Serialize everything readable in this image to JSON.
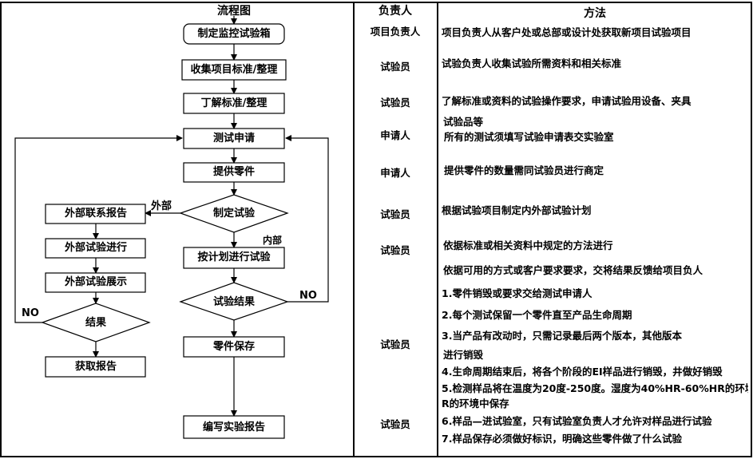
{
  "headers": {
    "flow": "流程图",
    "owner": "负责人",
    "method": "方法"
  },
  "flow": {
    "make_box": "制定监控试验箱",
    "collect": "收集项目标准/整理",
    "understand": "丁解标准/整理",
    "apply": "测试申请",
    "provide": "提供零件",
    "decide": "制定试验",
    "outside_label": "外部",
    "inside_label": "内部",
    "ext_report": "外部联系报告",
    "ext_test": "外部试验进行",
    "ext_show": "外部试验展示",
    "ext_result": "结果",
    "get_report": "获取报告",
    "plan_test": "按计划进行试验",
    "test_result": "试验结果",
    "save_parts": "零件保存",
    "write_report": "编写实验报告",
    "no_left": "NO",
    "no_right": "NO"
  },
  "owners": [
    "项目负责人",
    "试验员",
    "试验员",
    "申请人",
    "申请人",
    "试验员",
    "试验员",
    "试验员",
    "试验员"
  ],
  "methods": [
    "项目负责人从客户处或总部或设计处获取新项目试验项目",
    "试验负责人收集试验所需资料和相关标准",
    "了解标准或资料的试验操作要求，申请试验用设备、夹具",
    "试验品等",
    "所有的测试须填写试验申请表交实验室",
    "提供零件的数量需同试验员进行商定",
    "根据试验项目制定内外部试验计划",
    "依据标准或相关资料中规定的方法进行",
    "依据可用的方式或客户要求要求，交将结果反馈给项目负人",
    "1.零件销毁或要求交给测试申请人",
    "2.每个测试保留一个零件直至产品生命周期",
    "3.当产品有改动时，只需记录最后两个版本，其他版本",
    "进行销毁",
    "4.生命周期结束后，将各个阶段的EI样品进行销毁，井做好销毁",
    "5.检测样品将在温度为20度-250度。湿度为40%HR-60%HR的环境中保存",
    "R的环境中保存",
    "6.样品—进试验室，只有试验室负责人才允许对样品进行试验",
    "7.样品保存必须做好标识，明确这些零件做了什么试验"
  ]
}
